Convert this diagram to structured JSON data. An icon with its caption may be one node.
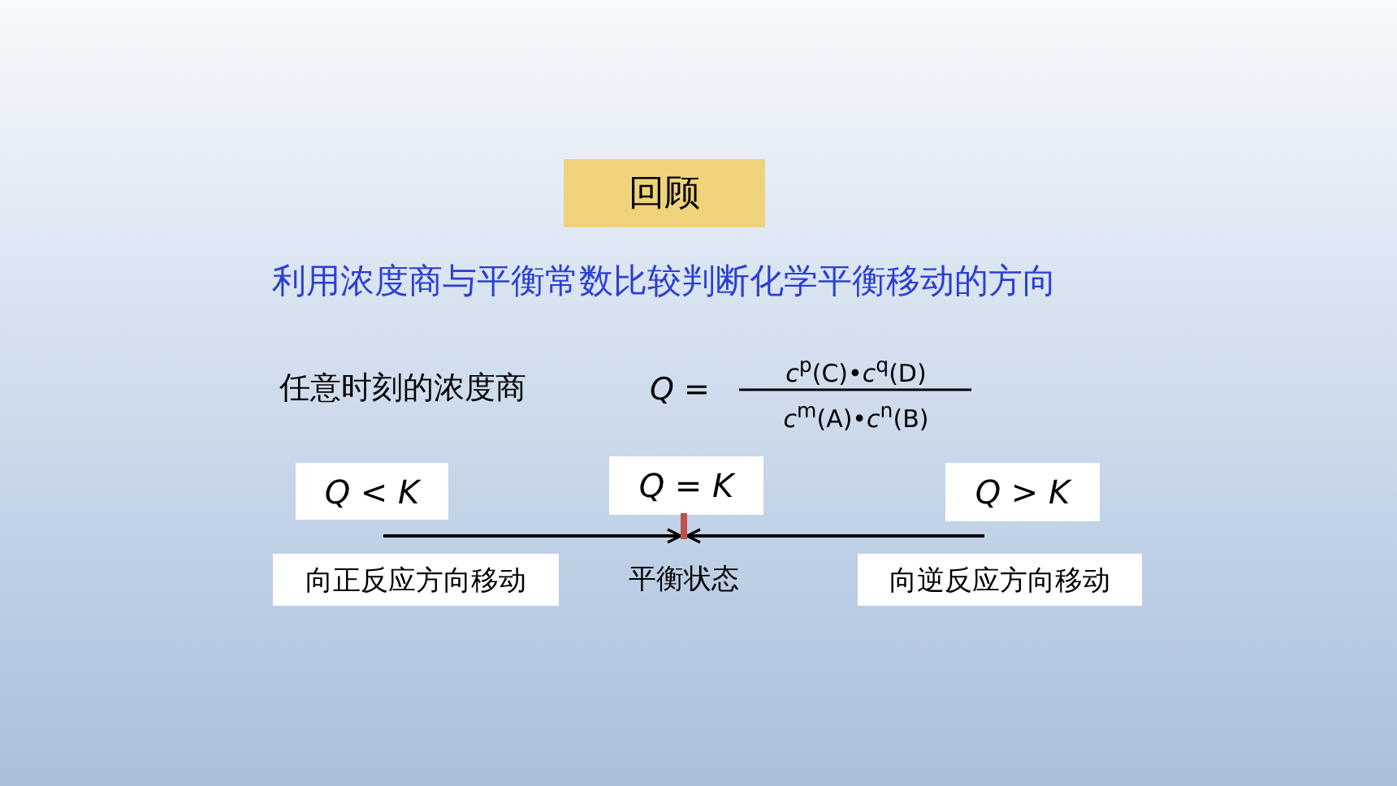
{
  "diagram": {
    "title": "利用浓度商与平衡常数比较判断化学平衡移动的方向",
    "nodes": [
      {
        "text": [
          "回顾"
        ]
      },
      {
        "text": [
          "*Q* < *K*"
        ]
      },
      {
        "text": [
          "*Q* = *K*"
        ]
      },
      {
        "text": [
          "*Q* > *K*"
        ]
      },
      {
        "text": [
          "向正反应方向移动"
        ]
      },
      {
        "text": [
          "向逆反应方向移动"
        ]
      },
      {
        "text": [],
        "shape": "bar"
      }
    ],
    "edges": [
      {
        "from": 1,
        "to": 6,
        "arrow": "to"
      },
      {
        "from": 3,
        "to": 6,
        "arrow": "to"
      }
    ],
    "labels": [
      "任意时刻的浓度商",
      "*Q* =",
      "*c*$^{p}$(C)•*c*$^{q}$(D)",
      "*c*$^{m}$(A)•*c*$^{n}$(B)",
      "平衡状态"
    ]
  }
}
